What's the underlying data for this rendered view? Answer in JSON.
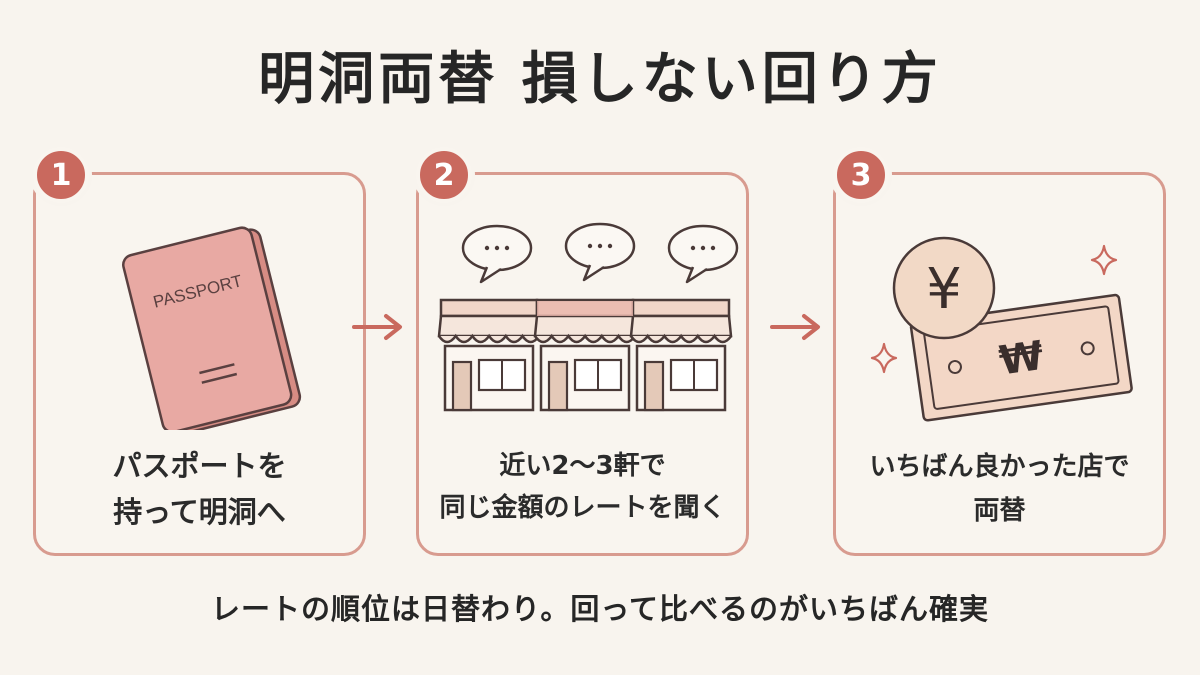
{
  "title": "明洞両替 損しない回り方",
  "steps": [
    {
      "number": "1",
      "illustration": "passport-icon",
      "passport_label": "PASSPORT",
      "caption_lines": [
        "パスポートを",
        "持って明洞へ"
      ]
    },
    {
      "number": "2",
      "illustration": "shops-with-speech-bubbles",
      "bubble_text": "…",
      "caption_lines": [
        "近い2〜3軒で",
        "同じ金額のレートを聞く"
      ]
    },
    {
      "number": "3",
      "illustration": "yen-coin-and-won-banknote",
      "coin_symbol": "¥",
      "note_symbol": "₩",
      "caption_lines": [
        "いちばん良かった店で",
        "両替"
      ]
    }
  ],
  "footer": "レートの順位は日替わり。回って比べるのがいちばん確実",
  "colors": {
    "accent": "#c9695e",
    "border": "#d89b8f",
    "background": "#f8f4ee",
    "passport": "#e8a9a3",
    "awning": "#f0d5c8",
    "banknote": "#f3d7c6"
  }
}
